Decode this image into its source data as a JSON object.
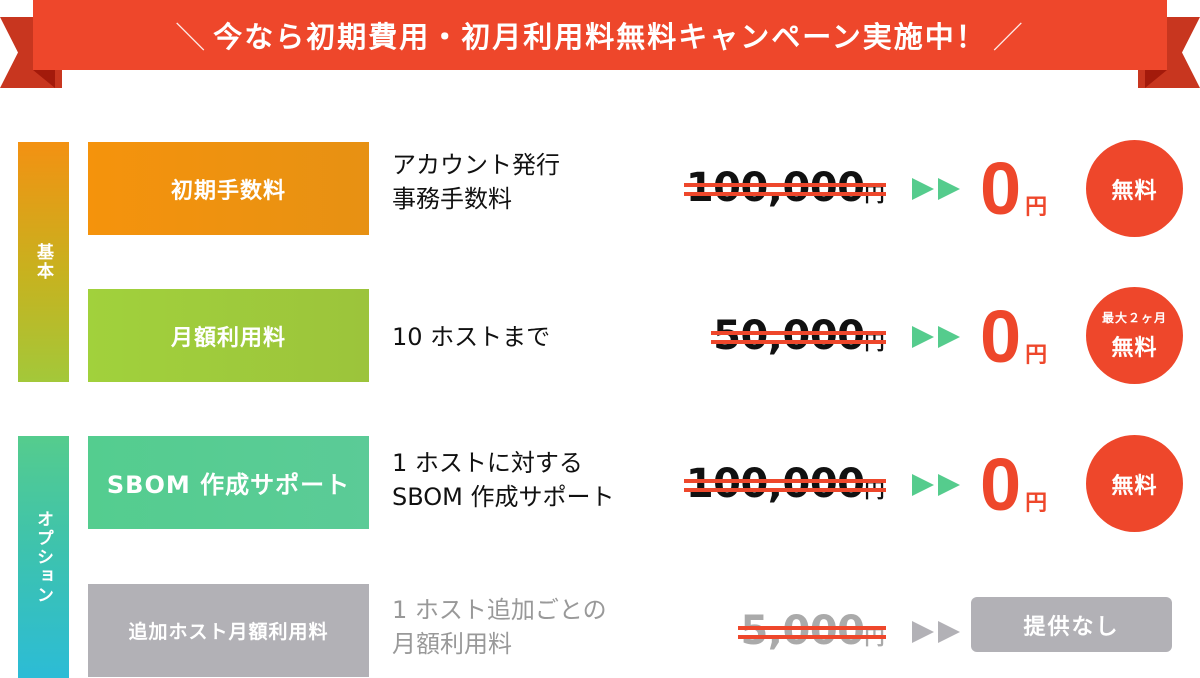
{
  "banner": {
    "slash_left": "＼",
    "title": "今なら初期費用・初月利用料無料キャンペーン実施中！",
    "slash_right": "／",
    "color": "#ee472b"
  },
  "categories": [
    {
      "label": "基本",
      "rows": [
        0,
        1
      ]
    },
    {
      "label": "オプション",
      "rows": [
        2,
        3
      ]
    }
  ],
  "rows": [
    {
      "label": "初期手数料",
      "desc": [
        "アカウント発行",
        "事務手数料"
      ],
      "old_price": "100,000",
      "old_unit": "円",
      "new_price": "0",
      "new_unit": "円",
      "badge_sub": "",
      "badge": "無料"
    },
    {
      "label": "月額利用料",
      "desc": [
        "10 ホストまで"
      ],
      "old_price": "50,000",
      "old_unit": "円",
      "new_price": "0",
      "new_unit": "円",
      "badge_sub": "最大２ヶ月",
      "badge": "無料"
    },
    {
      "label": "SBOM 作成サポート",
      "desc": [
        "1 ホストに対する",
        "SBOM 作成サポート"
      ],
      "old_price": "100,000",
      "old_unit": "円",
      "new_price": "0",
      "new_unit": "円",
      "badge_sub": "",
      "badge": "無料"
    },
    {
      "label": "追加ホスト月額利用料",
      "desc": [
        "1 ホスト追加ごとの",
        "月額利用料"
      ],
      "old_price": "5,000",
      "old_unit": "円",
      "status": "提供なし"
    }
  ],
  "colors": {
    "accent_red": "#ee472b",
    "orange": "#f5930c",
    "lime": "#a1d13c",
    "green": "#55cc8d",
    "teal": "#2cbcd6",
    "gray": "#b2b1b6"
  }
}
